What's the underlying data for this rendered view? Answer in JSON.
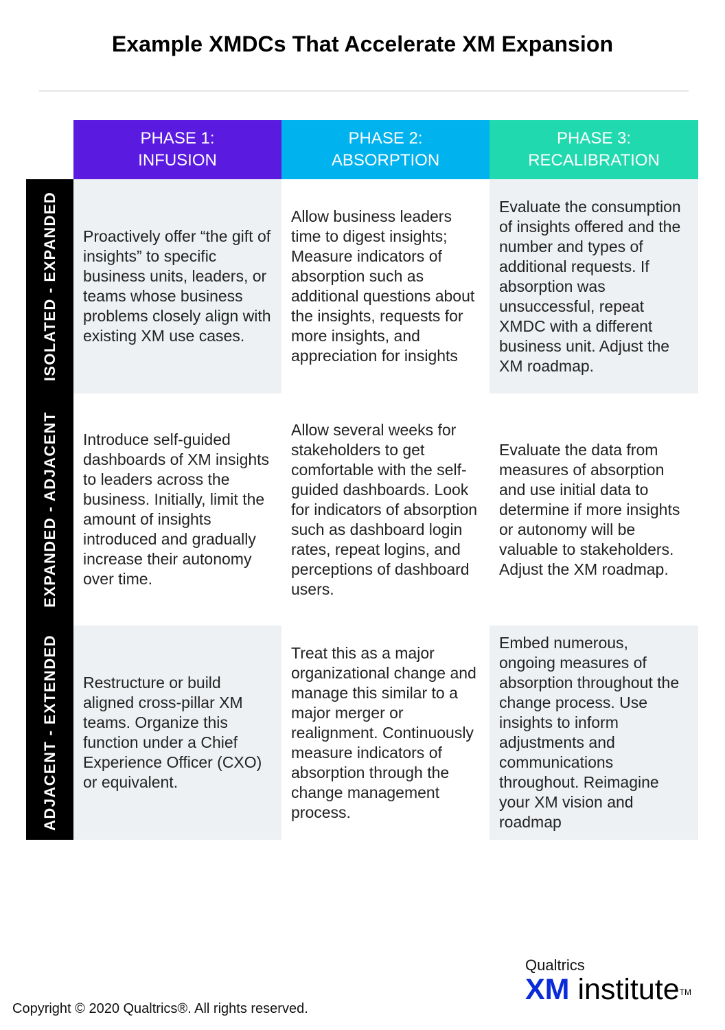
{
  "title": "Example XMDCs That Accelerate XM Expansion",
  "columns": [
    {
      "line1": "PHASE 1:",
      "line2": "INFUSION",
      "color": "#5b1ae0"
    },
    {
      "line1": "PHASE 2:",
      "line2": "ABSORPTION",
      "color": "#00b2ee"
    },
    {
      "line1": "PHASE 3:",
      "line2": "RECALIBRATION",
      "color": "#21d9ae"
    }
  ],
  "rows": [
    {
      "label": "ISOLATED - EXPANDED",
      "cells": [
        "Proactively offer “the gift of insights” to specific business units, leaders, or teams whose business problems closely align with existing XM use cases.",
        "Allow business leaders time to digest insights; Measure indicators of absorption such as additional questions about the insights, requests for more insights, and appreciation for insights",
        "Evaluate the consumption of insights offered and the number and types of additional requests. If absorption was unsuccessful, repeat XMDC with a different business unit. Adjust the XM roadmap."
      ]
    },
    {
      "label": "EXPANDED - ADJACENT",
      "cells": [
        "Introduce self-guided dashboards of XM insights to leaders across the business. Initially, limit the amount of insights introduced and gradually increase their autonomy over time.",
        "Allow several weeks for stakeholders to get comfortable with the self-guided dashboards. Look for indicators of absorption such as dashboard login rates, repeat logins, and perceptions of dashboard users.",
        "Evaluate the data from measures of absorption and use initial data to determine if more insights or autonomy will be valuable to stakeholders. Adjust the XM roadmap."
      ]
    },
    {
      "label": "ADJACENT - EXTENDED",
      "cells": [
        "Restructure or build aligned cross-pillar XM teams. Organize this function under a Chief Experience Officer (CXO) or equivalent.",
        "Treat this as a major organizational change and manage this similar to a major merger or realignment. Continuously measure indicators of absorption through the change management process.",
        "Embed numerous, ongoing measures of absorption throughout the change process. Use insights to inform adjustments and communications throughout. Reimagine your XM vision and roadmap"
      ]
    }
  ],
  "footer": {
    "copyright": "Copyright © 2020 Qualtrics®.  All rights reserved.",
    "logo_company": "Qualtrics",
    "logo_xm": "XM",
    "logo_word": "institute",
    "logo_tm": "TM"
  }
}
